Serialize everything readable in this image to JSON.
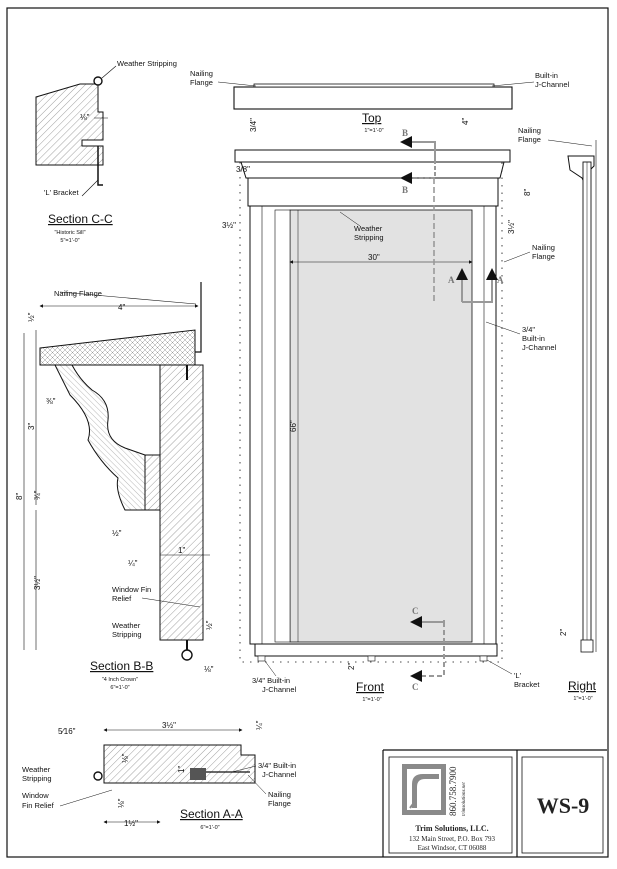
{
  "titleblock": {
    "company": "Trim Solutions, LLC.",
    "address1": "132 Main Street, P.O. Box 793",
    "address2": "East Windsor, CT 06088",
    "phone": "860.758.7900",
    "website": "trimsolutions.net",
    "drawing_number": "WS-9"
  },
  "section_cc": {
    "title": "Section C-C",
    "subtitle": "\"Historic Sill\"",
    "scale": "5\"=1'-0\"",
    "weather_stripping": "Weather Stripping",
    "bracket": "'L' Bracket",
    "dim_eighth": "⅛\""
  },
  "section_bb": {
    "title": "Section B-B",
    "subtitle": "\"4 Inch Crown\"",
    "scale": "6\"=1'-0\"",
    "nailing_flange": "Nailing Flange",
    "window_fin_relief": "Window Fin Relief",
    "weather_stripping": "Weather Stripping",
    "dim_4": "4\"",
    "dim_half_top": "½\"",
    "dim_3_8": "⅜\"",
    "dim_3": "3\"",
    "dim_8": "8\"",
    "dim_3_4": "¾\"",
    "dim_half_mid": "½\"",
    "dim_quarter": "¼\"",
    "dim_1": "1\"",
    "dim_3_half": "3½\"",
    "dim_half_low": "½\"",
    "dim_eighth": "⅛\""
  },
  "section_aa": {
    "title": "Section A-A",
    "scale": "6\"=1'-0\"",
    "weather_stripping": "Weather Stripping",
    "window_fin_relief": "Window Fin Relief",
    "built_in": "3/4\" Built-in J-Channel",
    "nailing_flange": "Nailing Flange",
    "dim_5_16": "5⁄16\"",
    "dim_3_half": "3½\"",
    "dim_quarter": "¼\"",
    "dim_eighth_a": "⅛\"",
    "dim_1": "1\"",
    "dim_eighth_b": "⅛\"",
    "dim_1_half": "1½\""
  },
  "top_view": {
    "title": "Top",
    "scale": "1\"=1'-0\"",
    "nailing_flange": "Nailing Flange",
    "built_in": "Built-in J-Channel",
    "dim_4": "4\""
  },
  "front_view": {
    "title": "Front",
    "scale": "1\"=1'-0\"",
    "weather_stripping": "Weather Stripping",
    "nailing_flange": "Nailing Flange",
    "built_in_right": "3/4\" Built-in J-Channel",
    "built_in_left": "3/4\" Built-in J-Channel",
    "bracket": "'L' Bracket",
    "dim_30": "30\"",
    "dim_66": "66\"",
    "dim_3_4": "3/4\"",
    "dim_3_8": "3/8\"",
    "dim_8": "8\"",
    "dim_3_half_l": "3½\"",
    "dim_3_half_r": "3½\"",
    "dim_2": "2\"",
    "cut_b": "B",
    "cut_a": "A",
    "cut_c": "C"
  },
  "right_view": {
    "title": "Right",
    "scale": "1\"=1'-0\"",
    "nailing_flange": "Nailing Flange",
    "dim_2": "2\""
  }
}
